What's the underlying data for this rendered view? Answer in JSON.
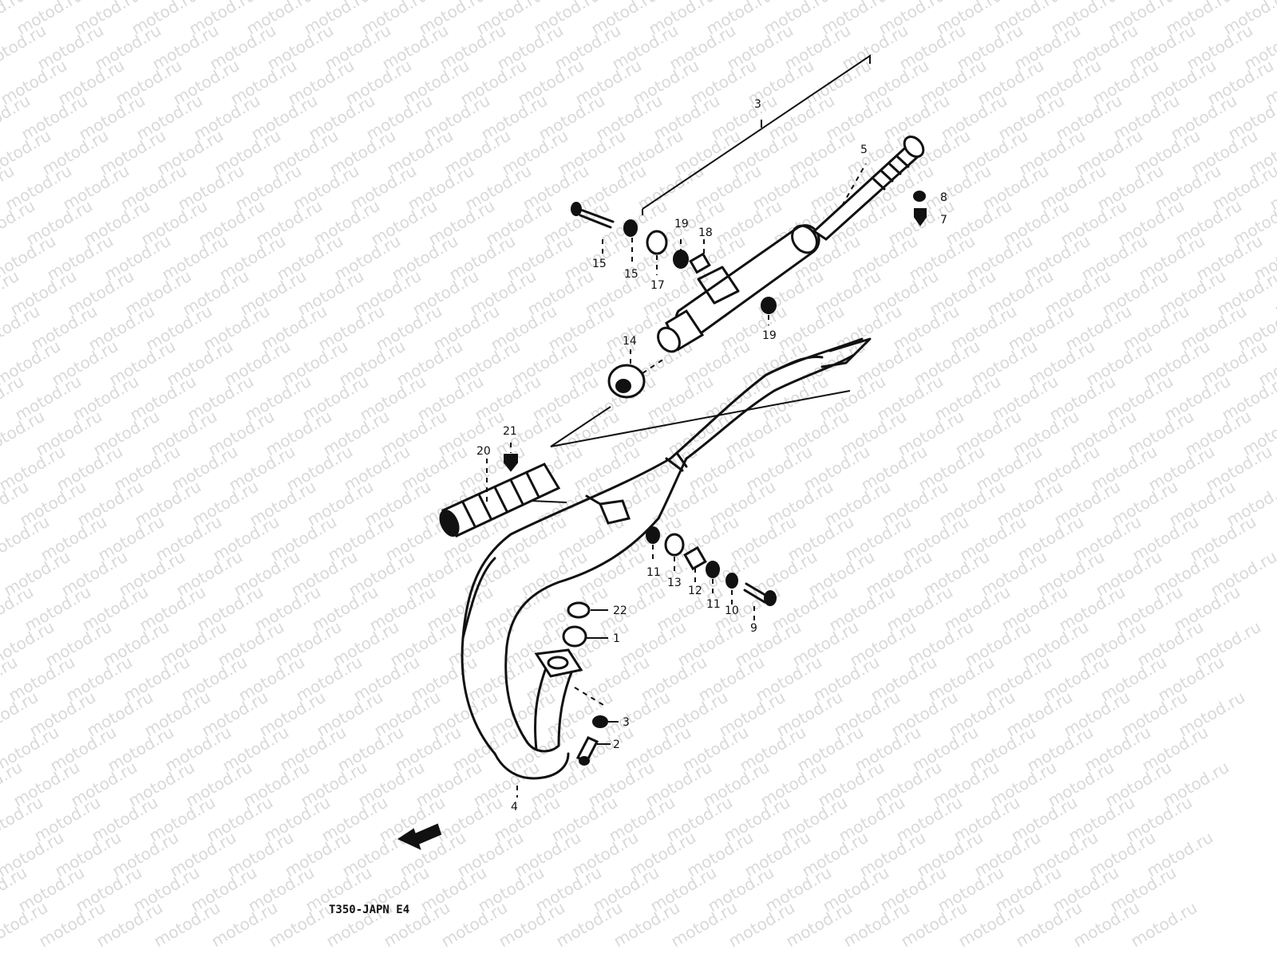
{
  "watermark": {
    "text": "motod.ru",
    "color": "#d9d9d9"
  },
  "diagram_code": "T350-JAPN E4",
  "callouts": [
    {
      "id": "c1",
      "label": "1"
    },
    {
      "id": "c2",
      "label": "2"
    },
    {
      "id": "c3a",
      "label": "3"
    },
    {
      "id": "c3b",
      "label": "3"
    },
    {
      "id": "c4",
      "label": "4"
    },
    {
      "id": "c5",
      "label": "5"
    },
    {
      "id": "c7",
      "label": "7"
    },
    {
      "id": "c8",
      "label": "8"
    },
    {
      "id": "c9",
      "label": "9"
    },
    {
      "id": "c10",
      "label": "10"
    },
    {
      "id": "c11a",
      "label": "11"
    },
    {
      "id": "c11b",
      "label": "11"
    },
    {
      "id": "c12",
      "label": "12"
    },
    {
      "id": "c13",
      "label": "13"
    },
    {
      "id": "c14",
      "label": "14"
    },
    {
      "id": "c15a",
      "label": "15"
    },
    {
      "id": "c15b",
      "label": "15"
    },
    {
      "id": "c17",
      "label": "17"
    },
    {
      "id": "c18",
      "label": "18"
    },
    {
      "id": "c19a",
      "label": "19"
    },
    {
      "id": "c19b",
      "label": "19"
    },
    {
      "id": "c20",
      "label": "20"
    },
    {
      "id": "c21",
      "label": "21"
    },
    {
      "id": "c22",
      "label": "22"
    }
  ]
}
